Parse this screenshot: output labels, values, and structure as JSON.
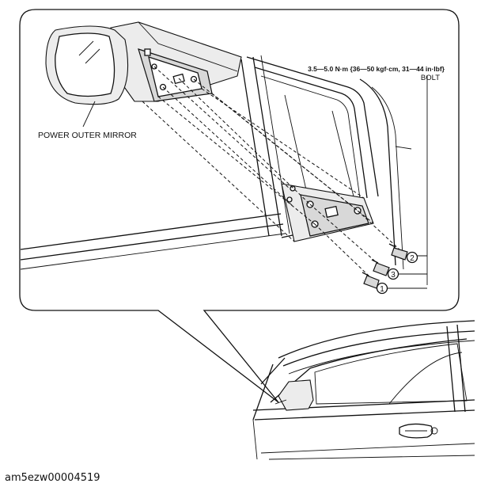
{
  "labels": {
    "torque_spec": "3.5—5.0 N·m {36—50 kgf·cm, 31—44 in·lbf}",
    "bolt": "BOLT",
    "power_outer_mirror": "POWER OUTER MIRROR"
  },
  "callouts": [
    "1",
    "2",
    "3"
  ],
  "image_code": "am5ezw00004519"
}
